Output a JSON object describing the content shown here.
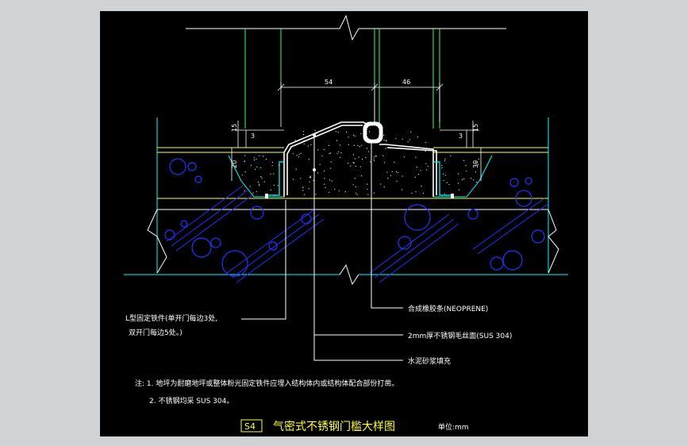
{
  "dimensions": {
    "d54": "54",
    "d46": "46",
    "d15_left": "15",
    "d3_left": "3",
    "d15_right": "15",
    "d3_right": "3",
    "d20_left": "20",
    "d30_right": "30"
  },
  "callouts": {
    "l_bracket_line1": "L型固定铁件(单开门每边3处,",
    "l_bracket_line2": "双开门每边5处。)",
    "neoprene": "合成橡胶条(NEOPRENE)",
    "stainless_face": "2mm厚不锈钢毛丝面(SUS 304)",
    "mortar_fill": "水泥砂浆填充"
  },
  "notes": {
    "line1": "注: 1.  地坪为耐磨地坪或整体粉光固定铁件应埋入结构体内或结构体配合部份打凿。",
    "line2": "2.  不锈钢均采 SUS 304。"
  },
  "title": {
    "code": "S4",
    "name": "气密式不锈钢门槛大样图",
    "unit": "单位:mm"
  },
  "colors": {
    "background": "#000000",
    "frame_outer": "#cfd3d6",
    "white": "#ffffff",
    "cyan": "#00ffff",
    "green": "#33ff66",
    "yellow": "#ffff33",
    "blue": "#2233ff",
    "title": "#ffff33"
  }
}
